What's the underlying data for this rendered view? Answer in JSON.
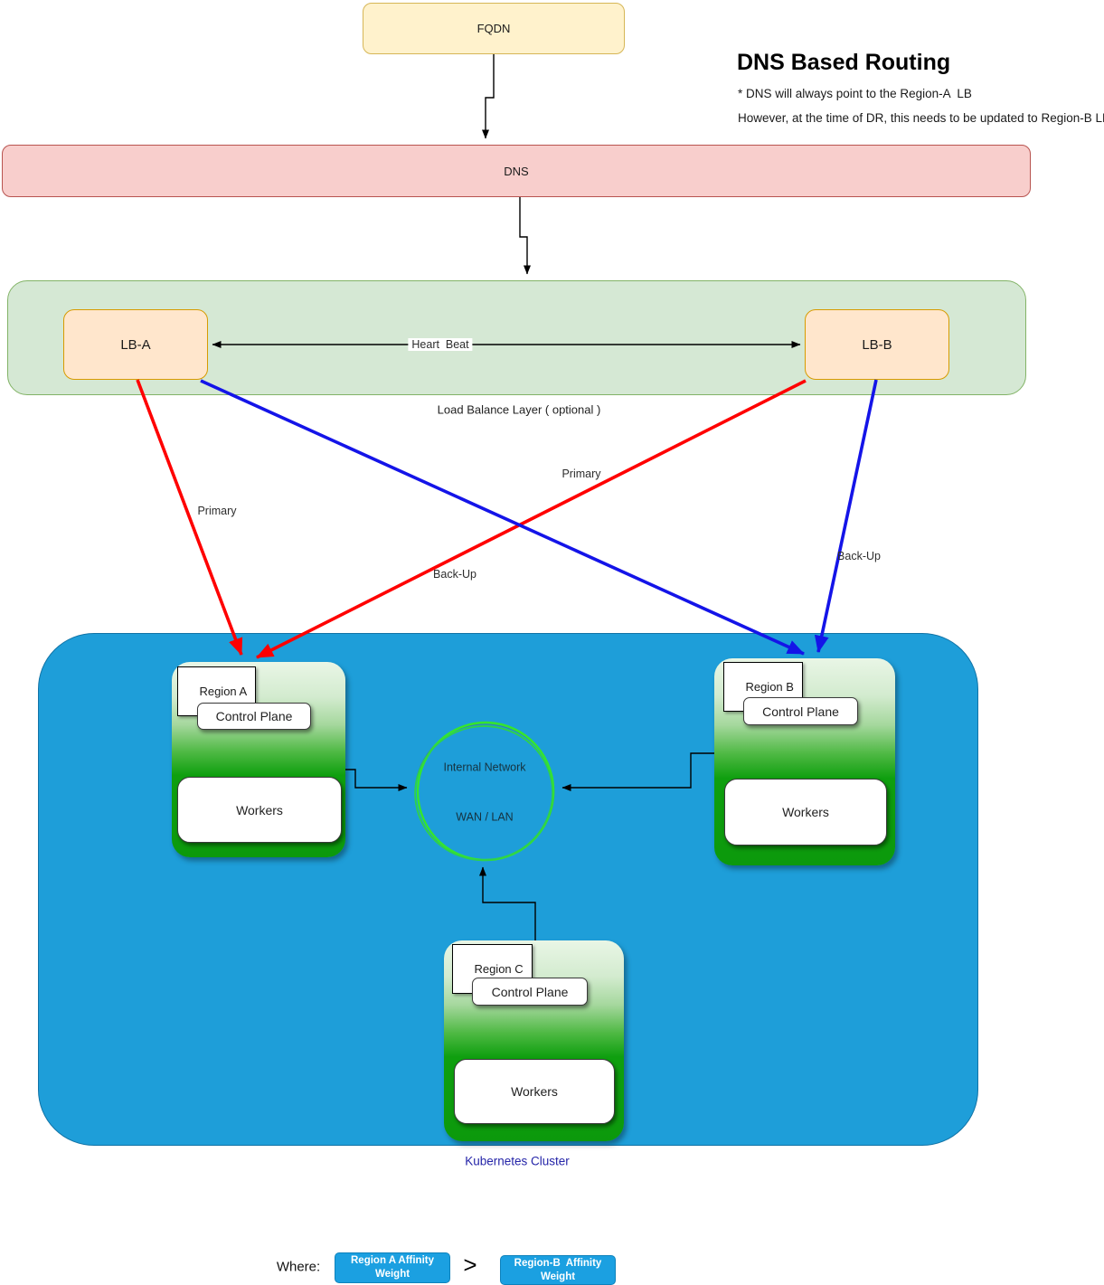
{
  "title": "DNS Based Routing",
  "notes": {
    "line1": "* DNS will always point to the Region-A  LB",
    "line2": "However, at the time of DR, this needs to be updated to Region-B LB"
  },
  "nodes": {
    "fqdn": {
      "label": "FQDN",
      "fill": "#FFF2CC",
      "border": "#D6B656"
    },
    "dns": {
      "label": "DNS",
      "fill": "#F8CECC",
      "border": "#B85450"
    },
    "lb_layer": {
      "caption": "Load Balance Layer ( optional )",
      "fill": "#D5E8D4",
      "border": "#82B366"
    },
    "lb_a": {
      "label": "LB-A",
      "fill": "#FFE6CC",
      "border": "#D79B00"
    },
    "lb_b": {
      "label": "LB-B",
      "fill": "#FFE6CC",
      "border": "#D79B00"
    },
    "cluster": {
      "caption": "Kubernetes Cluster",
      "fill": "#1E9ED9",
      "caption_color": "#2424A8"
    },
    "internal_network": {
      "line1": "Internal Network",
      "line2": "WAN / LAN",
      "stroke": "#35E52E"
    }
  },
  "regions": {
    "a": {
      "name": "Region A",
      "control_plane": "Control Plane",
      "workers": "Workers"
    },
    "b": {
      "name": "Region B",
      "control_plane": "Control Plane",
      "workers": "Workers"
    },
    "c": {
      "name": "Region C",
      "control_plane": "Control Plane",
      "workers": "Workers"
    }
  },
  "edges": {
    "heartbeat": "Heart  Beat",
    "lba_to_region_a": "Primary",
    "lbb_to_region_a": "Back-Up",
    "lba_to_region_b": "Primary",
    "lbb_to_region_b": "Back-Up",
    "red_color": "#FF0000",
    "blue_color": "#1414E8"
  },
  "legend": {
    "where": "Where:",
    "box_a_line1": "Region A Affinity",
    "box_a_line2": "Weight",
    "comparator": ">",
    "box_b_line1": "Region-B  Affinity",
    "box_b_line2": "Weight",
    "box_fill": "#1BA0E1"
  }
}
